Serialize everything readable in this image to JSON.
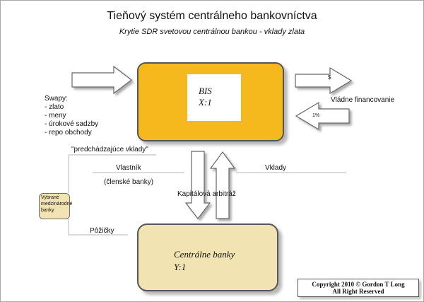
{
  "title": "Tieňový systém centrálneho bankovníctva",
  "subtitle": "Krytie SDR svetovou centrálnou bankou - vklady zlata",
  "bis": {
    "name": "BIS",
    "ratio": "X:1"
  },
  "central_banks": {
    "name": "Centrálne banky",
    "ratio": "Y:1"
  },
  "swaps": {
    "heading": "Swapy:",
    "items": [
      "- zlato",
      "- meny",
      "- úrokové sadzby",
      "- repo obchody"
    ]
  },
  "labels": {
    "predchadzajuce": "\"predchádzajúce vklady\"",
    "vlastnik": "Vlastník",
    "clenske": "(členské banky)",
    "vklady": "Vklady",
    "arbitraz": "Kapitálová arbitráž",
    "pozicky": "Pôžičky",
    "vladne": "Vládne financovanie",
    "dollar": "$",
    "percent": "1%"
  },
  "medzinarodne": "Vybrané medzinárodné banky",
  "copyright": {
    "line1": "Copyright 2010 © Gordon T Long",
    "line2": "All Right Reserved"
  }
}
